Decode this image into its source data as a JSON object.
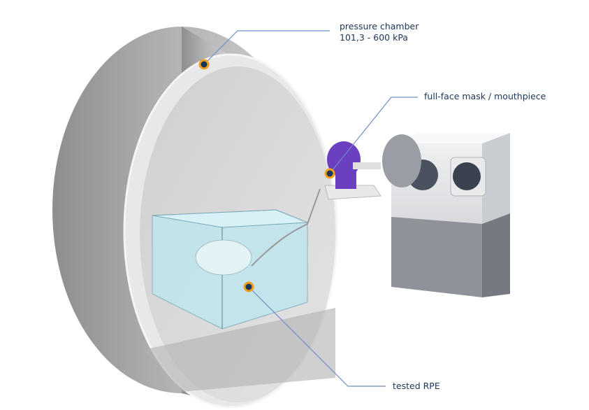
{
  "labels": {
    "chamber_line1": "pressure chamber",
    "chamber_line2": "101,3 - 600 kPa",
    "mask": "full-face mask / mouthpiece",
    "rpe": "tested RPE"
  },
  "colors": {
    "label_text": "#1d3557",
    "leader_line": "#6f8fc8",
    "marker_ring": "#f0a020",
    "marker_center": "#1d3557",
    "chamber": "#b9b9b9",
    "water": "#bfe6ee",
    "head": "#6a3fc0"
  }
}
